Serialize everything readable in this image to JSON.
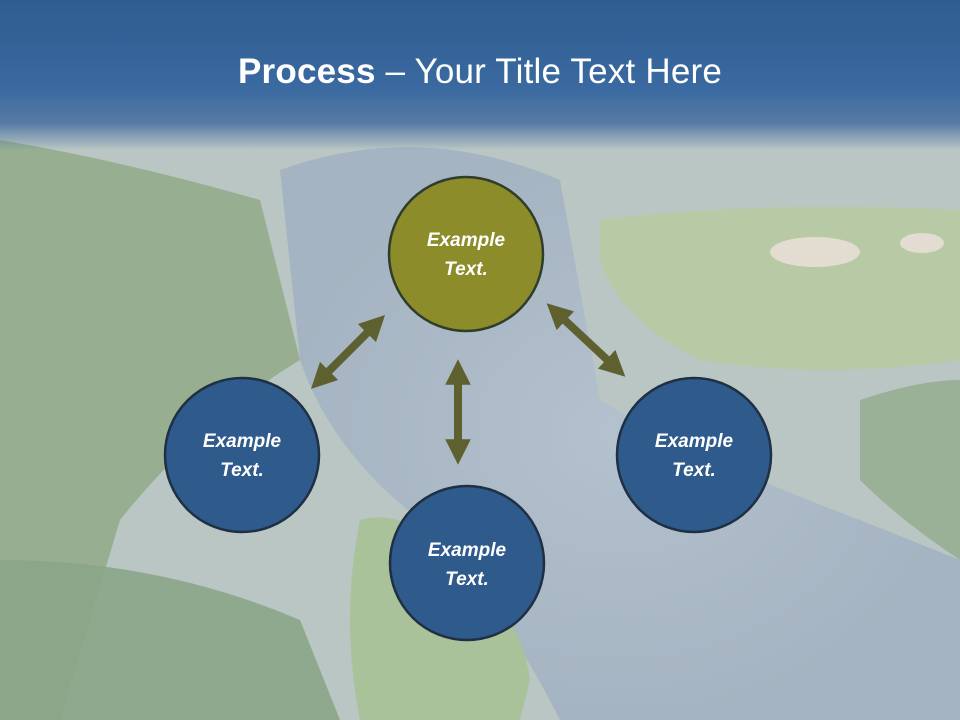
{
  "title": {
    "bold": "Process",
    "separator": " – ",
    "rest": "Your Title Text Here"
  },
  "colors": {
    "header": "#2f5c91",
    "node_accent": "#8c8c2a",
    "node_primary": "#2f5a8c",
    "arrow": "#5f6030"
  },
  "nodes": [
    {
      "line1": "Example",
      "line2": "Text.",
      "color": "#8c8c2a"
    },
    {
      "line1": "Example",
      "line2": "Text.",
      "color": "#2f5a8c"
    },
    {
      "line1": "Example",
      "line2": "Text.",
      "color": "#2f5a8c"
    },
    {
      "line1": "Example",
      "line2": "Text.",
      "color": "#2f5a8c"
    }
  ]
}
